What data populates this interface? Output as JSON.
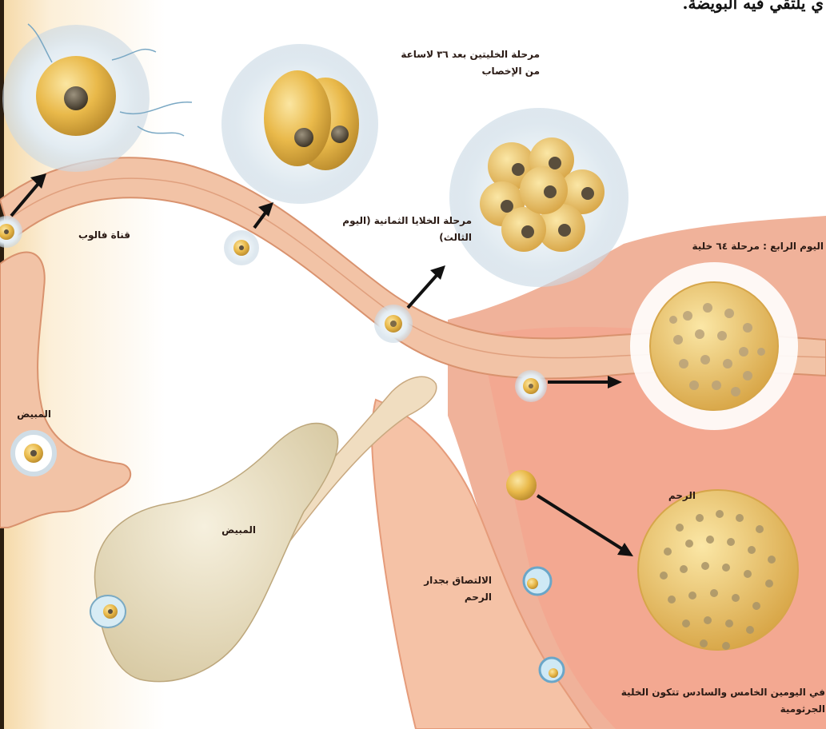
{
  "heading": "ي يلتقي فيه البويضة.",
  "labels": {
    "two_cell": "مرحلة الخليتين بعد ٣٦ لاساعة من الإخصاب",
    "eight_cell": "مرحلة الخلايا الثمانية (اليوم الثالث)",
    "day4": "اليوم الرابع : مرحلة ٦٤ خلية",
    "fallopian_tube": "قناة فالوب",
    "ovary_left": "المبيض",
    "ovary_center": "المبيض",
    "uterus": "الرحم",
    "implantation": "الالتصاق بجدار الرحم",
    "blastocyst": "في اليومين الخامس والسادس تتكون الخلية الجرثومية"
  },
  "colors": {
    "tissue": "#f2c3a6",
    "tissue_dark": "#d9926e",
    "uterus_inner": "#f3b7a0",
    "cell": "#e9b94a",
    "nucleus": "#5c5040",
    "halo": "#dfe8ef",
    "ovary": "#ede3c8",
    "arrow": "#111111"
  }
}
